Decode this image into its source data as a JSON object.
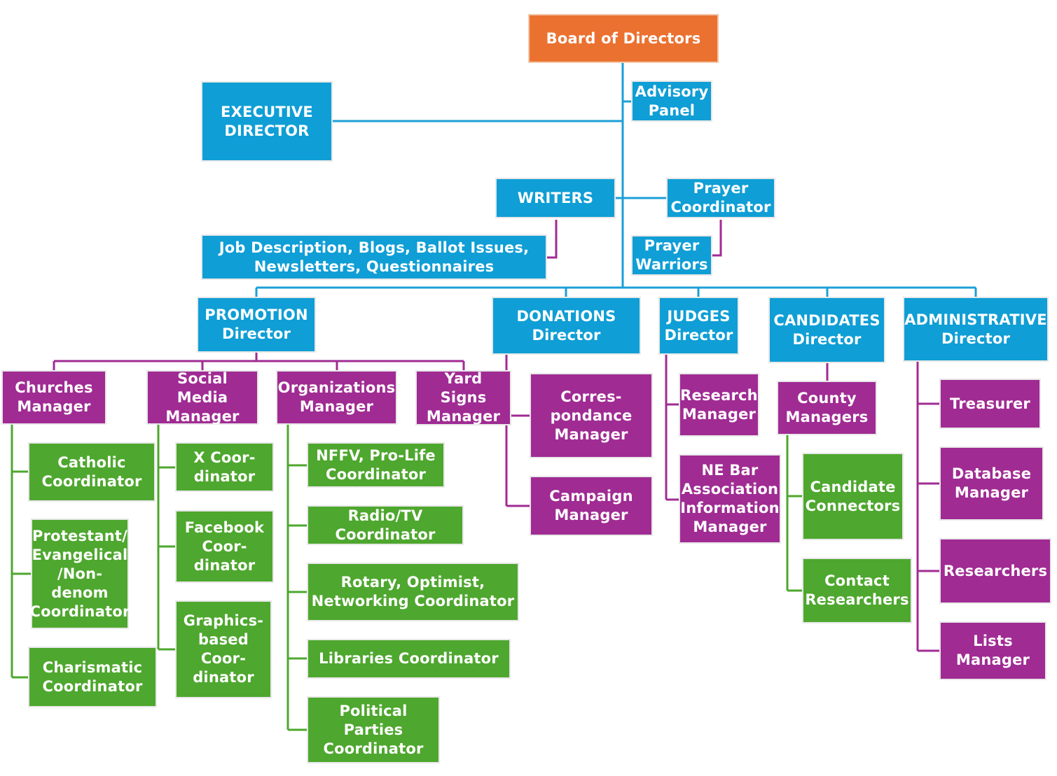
{
  "colors": {
    "orange": "#EB7130",
    "blue": "#0F9ED5",
    "purple": "#A02B93",
    "green": "#4EA72E",
    "blue_line": "#1C9FD6",
    "purple_line": "#A02B93",
    "green_line": "#4EA72E"
  },
  "board": "Board of Directors",
  "executive_director": "EXECUTIVE\nDIRECTOR",
  "advisory_panel": "Advisory\nPanel",
  "writers": "WRITERS",
  "prayer_coordinator": "Prayer\nCoordinator",
  "writing_topics": "Job Description, Blogs, Ballot Issues,\nNewsletters, Questionnaires",
  "prayer_warriors": "Prayer\nWarriors",
  "directors": {
    "promotion": "PROMOTION\nDirector",
    "donations": "DONATIONS\nDirector",
    "judges": "JUDGES\nDirector",
    "candidates": "CANDIDATES\nDirector",
    "administrative": "ADMINISTRATIVE\nDirector"
  },
  "promotion_managers": {
    "churches": "Churches\nManager",
    "social_media": "Social Media\nManager",
    "organizations": "Organizations\nManager",
    "yard_signs": "Yard Signs\nManager"
  },
  "church_coordinators": {
    "catholic": "Catholic\nCoordinator",
    "protestant": "Protestant/\nEvangelical\n/Non-\ndenom\nCoordinator",
    "charismatic": "Charismatic\nCoordinator"
  },
  "social_coordinators": {
    "x": "X Coor-\ndinator",
    "facebook": "Facebook\nCoor-\ndinator",
    "graphics": "Graphics-\nbased\nCoor-\ndinator"
  },
  "organization_coordinators": {
    "nffv": "NFFV, Pro-Life\nCoordinator",
    "radio_tv": "Radio/TV\nCoordinator",
    "rotary": "Rotary, Optimist,\nNetworking Coordinator",
    "libraries": "Libraries Coordinator",
    "political": "Political Parties\nCoordinator"
  },
  "donations_managers": {
    "correspondance": "Corres-\npondance\nManager",
    "campaign": "Campaign\nManager"
  },
  "judges_managers": {
    "research": "Research\nManager",
    "ne_bar": "NE Bar\nAssociation\nInformation\nManager"
  },
  "candidates_staff": {
    "county": "County\nManagers",
    "connectors": "Candidate\nConnectors",
    "contact": "Contact\nResearchers"
  },
  "administrative_staff": {
    "treasurer": "Treasurer",
    "database": "Database\nManager",
    "researchers": "Researchers",
    "lists": "Lists\nManager"
  }
}
